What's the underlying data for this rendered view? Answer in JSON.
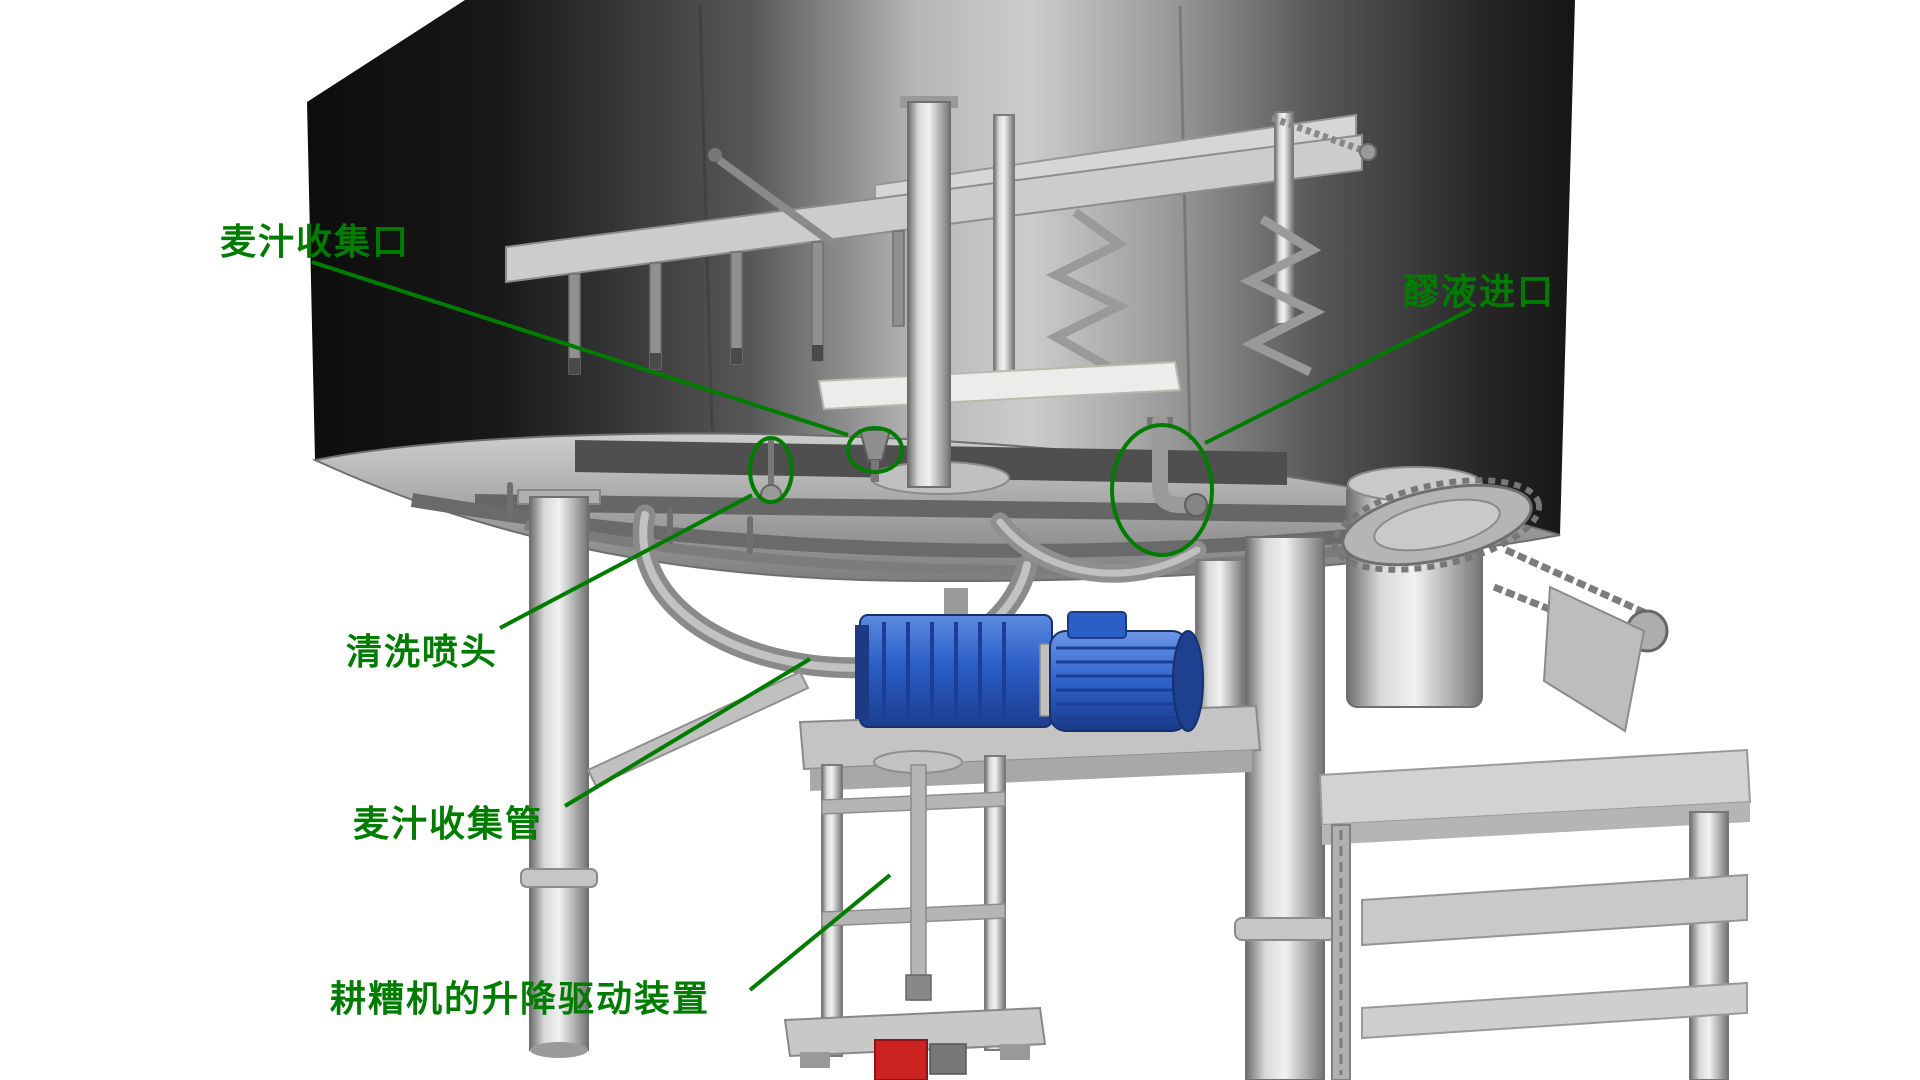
{
  "colors": {
    "annotation_green": "#007d00",
    "motor_blue": "#2c5ec7",
    "background": "#ffffff"
  },
  "annotations": [
    {
      "id": "wort-collection-port",
      "label": "麦汁收集口"
    },
    {
      "id": "mash-inlet",
      "label": "醪液进口"
    },
    {
      "id": "cleaning-spray-head",
      "label": "清洗喷头"
    },
    {
      "id": "wort-collection-pipe",
      "label": "麦汁收集管"
    },
    {
      "id": "rake-lifting-drive",
      "label": "耕糟机的升降驱动装置"
    }
  ]
}
